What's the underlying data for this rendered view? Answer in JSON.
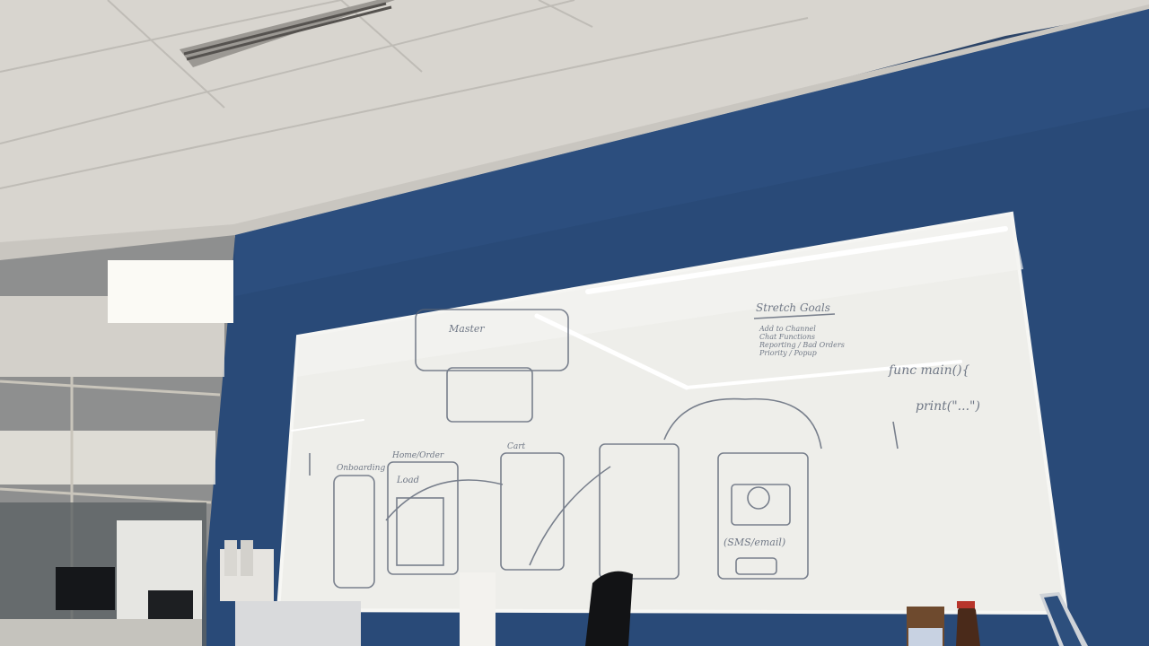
{
  "scene": {
    "description_tag": "office whiteboard photo",
    "colors": {
      "ceiling": "#d9d6cf",
      "wall": "#294a78",
      "whiteboard": "#eeeeea",
      "marker": "#5b6475"
    }
  },
  "whiteboard": {
    "heading_master": "Master",
    "heading_stretch": "Stretch Goals",
    "stretch_items": [
      "Add to Channel",
      "Chat Functions",
      "Reporting / Bad Orders",
      "Priority / Popup"
    ],
    "code_line_1": "func main(){",
    "code_line_2": "print(\"...\")",
    "note_sms": "(SMS/email)",
    "label_left": "Onboarding",
    "label_home": "Home/Order",
    "label_cart": "Cart",
    "label_load": "Load"
  }
}
